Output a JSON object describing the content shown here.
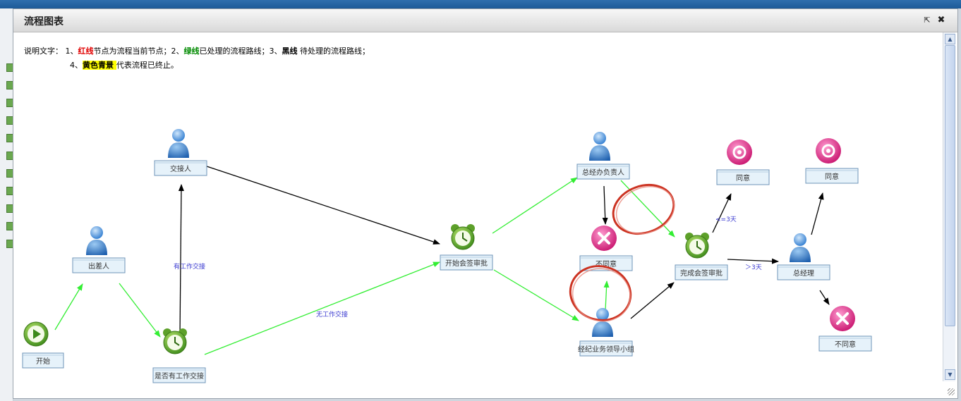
{
  "dialog": {
    "title": "流程图表",
    "maximize_icon": "popout-icon",
    "close_icon": "close-icon"
  },
  "legend": {
    "prefix": "说明文字：",
    "item1_num": "1、",
    "item1_key": "红线",
    "item1_text": "节点为流程当前节点；",
    "item2_num": "2、",
    "item2_key": "绿线",
    "item2_text": "已处理的流程路线；",
    "item3_num": "3、",
    "item3_key": "黑线",
    "item3_text": " 待处理的流程路线；",
    "item4_num": "4、",
    "item4_key": "黄色青景 ",
    "item4_text": "代表流程已终止。"
  },
  "colors": {
    "done": "#33ee33",
    "pending": "#000000",
    "current": "#cc3322",
    "node_fill": "#e6f2fa",
    "node_border": "#6f94b8"
  },
  "nodes": [
    {
      "id": "start",
      "label": "开始",
      "icon": "play-icon"
    },
    {
      "id": "chucharen",
      "label": "出差人",
      "icon": "person-icon"
    },
    {
      "id": "jiaojieren",
      "label": "交接人",
      "icon": "person-icon"
    },
    {
      "id": "shifou",
      "label": "是否有工作交接",
      "icon": "alarm-clock-icon"
    },
    {
      "id": "kaishi_huiqian",
      "label": "开始会签审批",
      "icon": "alarm-clock-icon"
    },
    {
      "id": "zongjingban",
      "label": "总经办负责人",
      "icon": "person-icon"
    },
    {
      "id": "butongyi1",
      "label": "不同意",
      "icon": "reject-icon"
    },
    {
      "id": "jingji",
      "label": "经纪业务领导小组",
      "icon": "person-icon"
    },
    {
      "id": "wancheng_huiqian",
      "label": "完成会签审批",
      "icon": "alarm-clock-icon"
    },
    {
      "id": "tongyi1",
      "label": "同意",
      "icon": "approve-icon"
    },
    {
      "id": "zongjingli",
      "label": "总经理",
      "icon": "person-icon"
    },
    {
      "id": "tongyi2",
      "label": "同意",
      "icon": "approve-icon"
    },
    {
      "id": "butongyi2",
      "label": "不同意",
      "icon": "reject-icon"
    }
  ],
  "edges": [
    {
      "from": "start",
      "to": "chucharen",
      "status": "done",
      "label": ""
    },
    {
      "from": "chucharen",
      "to": "shifou",
      "status": "done",
      "label": ""
    },
    {
      "from": "shifou",
      "to": "jiaojieren",
      "status": "pending",
      "label": "有工作交接"
    },
    {
      "from": "jiaojieren",
      "to": "kaishi_huiqian",
      "status": "pending",
      "label": ""
    },
    {
      "from": "shifou",
      "to": "kaishi_huiqian",
      "status": "done",
      "label": "无工作交接"
    },
    {
      "from": "kaishi_huiqian",
      "to": "zongjingban",
      "status": "done",
      "label": ""
    },
    {
      "from": "kaishi_huiqian",
      "to": "jingji",
      "status": "done",
      "label": ""
    },
    {
      "from": "zongjingban",
      "to": "butongyi1",
      "status": "pending",
      "label": ""
    },
    {
      "from": "zongjingban",
      "to": "wancheng_huiqian",
      "status": "done",
      "label": ""
    },
    {
      "from": "jingji",
      "to": "butongyi1",
      "status": "done",
      "label": ""
    },
    {
      "from": "jingji",
      "to": "wancheng_huiqian",
      "status": "pending",
      "label": ""
    },
    {
      "from": "wancheng_huiqian",
      "to": "tongyi1",
      "status": "pending",
      "label": "<=3天"
    },
    {
      "from": "wancheng_huiqian",
      "to": "zongjingli",
      "status": "pending",
      "label": "＞3天"
    },
    {
      "from": "zongjingli",
      "to": "tongyi2",
      "status": "pending",
      "label": ""
    },
    {
      "from": "zongjingli",
      "to": "butongyi2",
      "status": "pending",
      "label": ""
    }
  ]
}
